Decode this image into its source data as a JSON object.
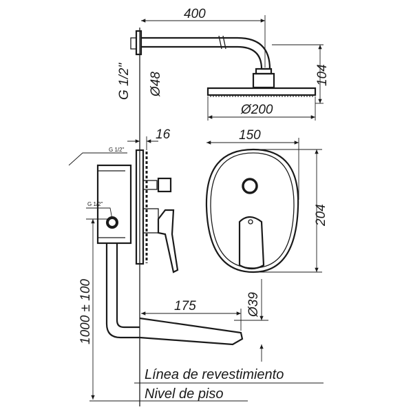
{
  "dimensions": {
    "arm_length": "400",
    "arm_height": "104",
    "connector_diameter": "Ø48",
    "head_diameter": "Ø200",
    "thread_main": "G 1/2\"",
    "plate_depth": "16",
    "plate_width": "150",
    "plate_height": "204",
    "spout_length": "175",
    "spout_diameter": "Ø39",
    "mount_height": "1000 ± 100",
    "box_thread_top": "G 1/2\"",
    "box_thread_side": "G 1/2\""
  },
  "labels": {
    "wall_line": "Línea de revestimiento",
    "floor_line": "Nivel de piso"
  }
}
